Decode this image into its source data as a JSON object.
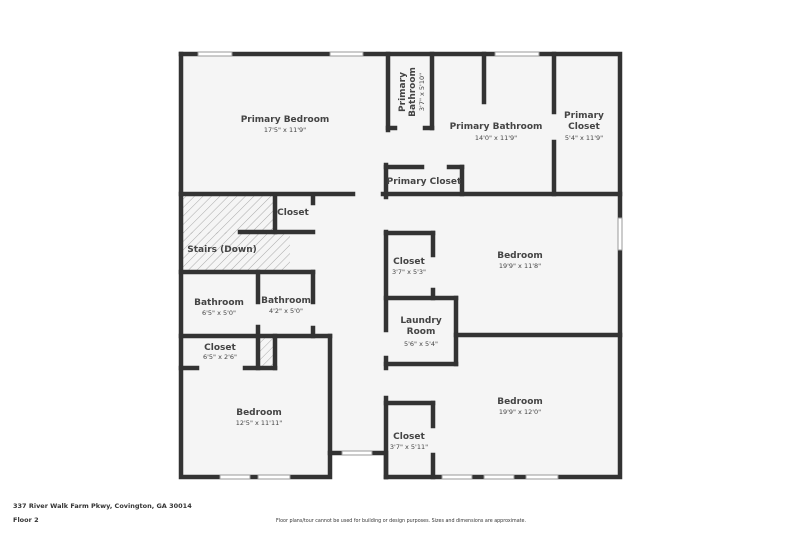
{
  "rooms": {
    "primary_bedroom": {
      "name": "Primary Bedroom",
      "dims": "17'5\" x 11'9\""
    },
    "primary_bathroom_small": {
      "name_line1": "Primary",
      "name_line2": "Bathroom",
      "dims": "3'7\" x 5'10\""
    },
    "primary_bathroom": {
      "name": "Primary Bathroom",
      "dims": "14'0\" x 11'9\""
    },
    "primary_closet_large": {
      "name_line1": "Primary",
      "name_line2": "Closet",
      "dims": "5'4\" x 11'9\""
    },
    "primary_closet_small": {
      "name": "Primary Closet"
    },
    "closet_stairs": {
      "name": "Closet"
    },
    "stairs": {
      "name": "Stairs (Down)"
    },
    "bedroom_upper_right": {
      "name": "Bedroom",
      "dims": "19'9\" x 11'8\""
    },
    "closet_upper_right": {
      "name": "Closet",
      "dims": "3'7\" x 5'3\""
    },
    "bathroom_left": {
      "name": "Bathroom",
      "dims": "6'5\" x 5'0\""
    },
    "bathroom_right": {
      "name": "Bathroom",
      "dims": "4'2\" x 5'0\""
    },
    "laundry": {
      "name_line1": "Laundry",
      "name_line2": "Room",
      "dims": "5'6\" x 5'4\""
    },
    "closet_left": {
      "name": "Closet",
      "dims": "6'5\" x 2'6\""
    },
    "bedroom_lower_left": {
      "name": "Bedroom",
      "dims": "12'5\" x 11'11\""
    },
    "bedroom_lower_right": {
      "name": "Bedroom",
      "dims": "19'9\" x 12'0\""
    },
    "closet_lower_right": {
      "name": "Closet",
      "dims": "3'7\" x 5'11\""
    }
  },
  "footer": {
    "address": "337 River Walk Farm Pkwy, Covington, GA 30014",
    "floor": "Floor 2",
    "disclaimer": "Floor plans/tour cannot be used for building or design purposes. Sizes and dimensions are approximate."
  },
  "colors": {
    "wall": "#333333",
    "floor": "#f5f5f5"
  }
}
